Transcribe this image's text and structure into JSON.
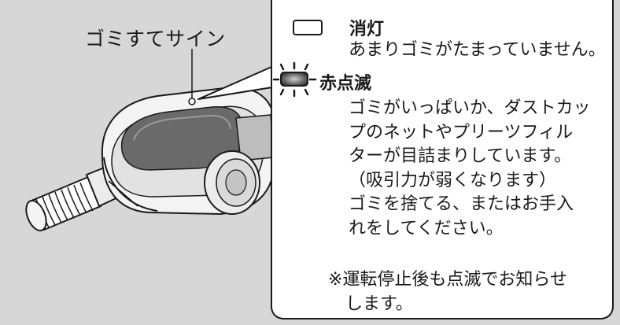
{
  "diagram": {
    "sign_label": "ゴミすてサイン",
    "states": [
      {
        "title": "消灯",
        "icon": "lamp-off-icon",
        "lines": [
          "あまりゴミがたまっていません。"
        ]
      },
      {
        "title": "赤点滅",
        "icon": "lamp-blinking-red-icon",
        "lines": [
          "ゴミがいっぱいか、ダストカッ",
          "プのネットやプリーツフィル",
          "ターが目詰まりしています。",
          "（吸引力が弱くなります）",
          "ゴミを捨てる、またはお手入",
          "れをしてください。"
        ]
      }
    ],
    "note_lines": [
      "※運転停止後も点滅でお知らせ",
      "　します。"
    ]
  }
}
